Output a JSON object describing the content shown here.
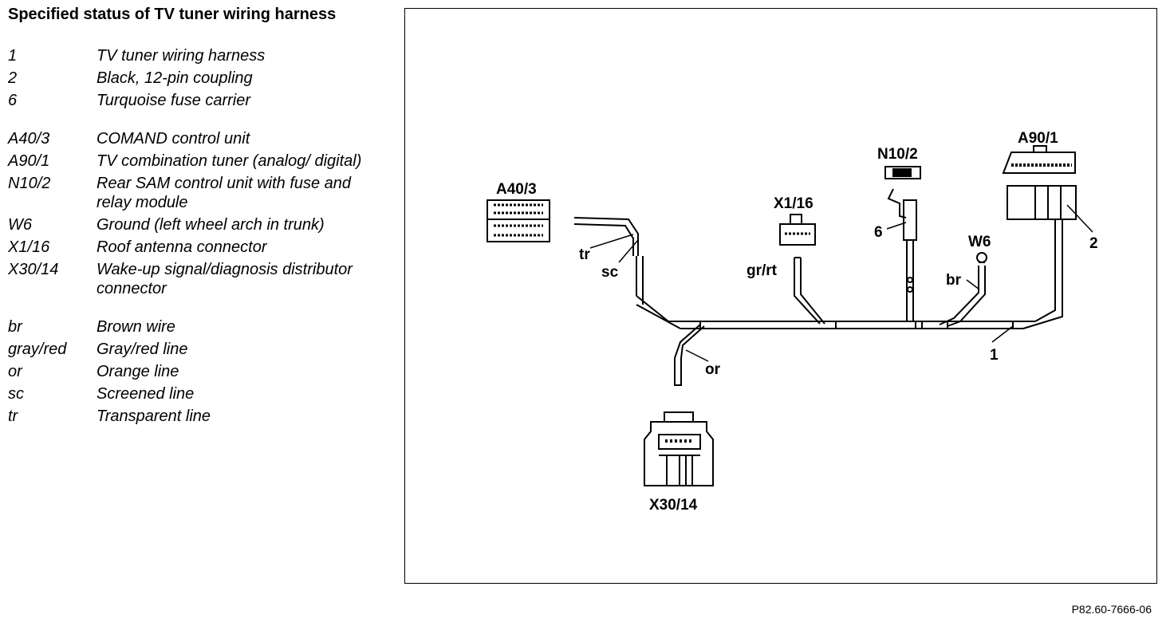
{
  "title": "Specified status of TV tuner wiring harness",
  "legend_groups": [
    [
      {
        "key": "1",
        "desc": "TV tuner wiring harness"
      },
      {
        "key": "2",
        "desc": "Black, 12-pin coupling"
      },
      {
        "key": "6",
        "desc": "Turquoise fuse carrier"
      }
    ],
    [
      {
        "key": "A40/3",
        "desc": "COMAND control unit"
      },
      {
        "key": "A90/1",
        "desc": "TV combination tuner (analog/ digital)"
      },
      {
        "key": "N10/2",
        "desc": "Rear SAM control unit with fuse and relay module"
      },
      {
        "key": "W6",
        "desc": "Ground (left wheel arch in trunk)"
      },
      {
        "key": "X1/16",
        "desc": "Roof antenna connector"
      },
      {
        "key": "X30/14",
        "desc": "Wake-up signal/diagnosis distributor connector"
      }
    ],
    [
      {
        "key": "br",
        "desc": "Brown wire"
      },
      {
        "key": "gray/red",
        "desc": "Gray/red line"
      },
      {
        "key": "or",
        "desc": "Orange line"
      },
      {
        "key": "sc",
        "desc": "Screened line"
      },
      {
        "key": "tr",
        "desc": "Transparent line"
      }
    ]
  ],
  "diagram_labels": {
    "a40_3": "A40/3",
    "x1_16": "X1/16",
    "n10_2": "N10/2",
    "a90_1": "A90/1",
    "w6": "W6",
    "x30_14": "X30/14",
    "tr": "tr",
    "sc": "sc",
    "gr_rt": "gr/rt",
    "br": "br",
    "or": "or",
    "n1": "1",
    "n2": "2",
    "n6": "6"
  },
  "figure_id": "P82.60-7666-06"
}
